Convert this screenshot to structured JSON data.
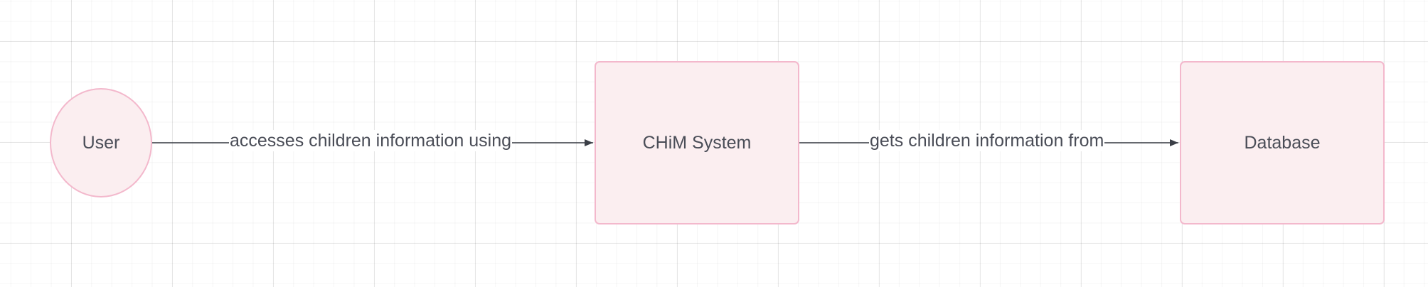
{
  "diagram": {
    "nodes": {
      "user": {
        "label": "User",
        "shape": "ellipse"
      },
      "system": {
        "label": "CHiM System",
        "shape": "rectangle"
      },
      "database": {
        "label": "Database",
        "shape": "rectangle"
      }
    },
    "edges": [
      {
        "from": "User",
        "to": "CHiM System",
        "label": "accesses children information using"
      },
      {
        "from": "CHiM System",
        "to": "Database",
        "label": "gets children information from"
      }
    ]
  },
  "colors": {
    "node_fill": "#fbeef0",
    "node_border": "#f3b8cc",
    "text": "#4a4d57",
    "edge": "#3b3f47",
    "grid": "#e6e6e6"
  }
}
